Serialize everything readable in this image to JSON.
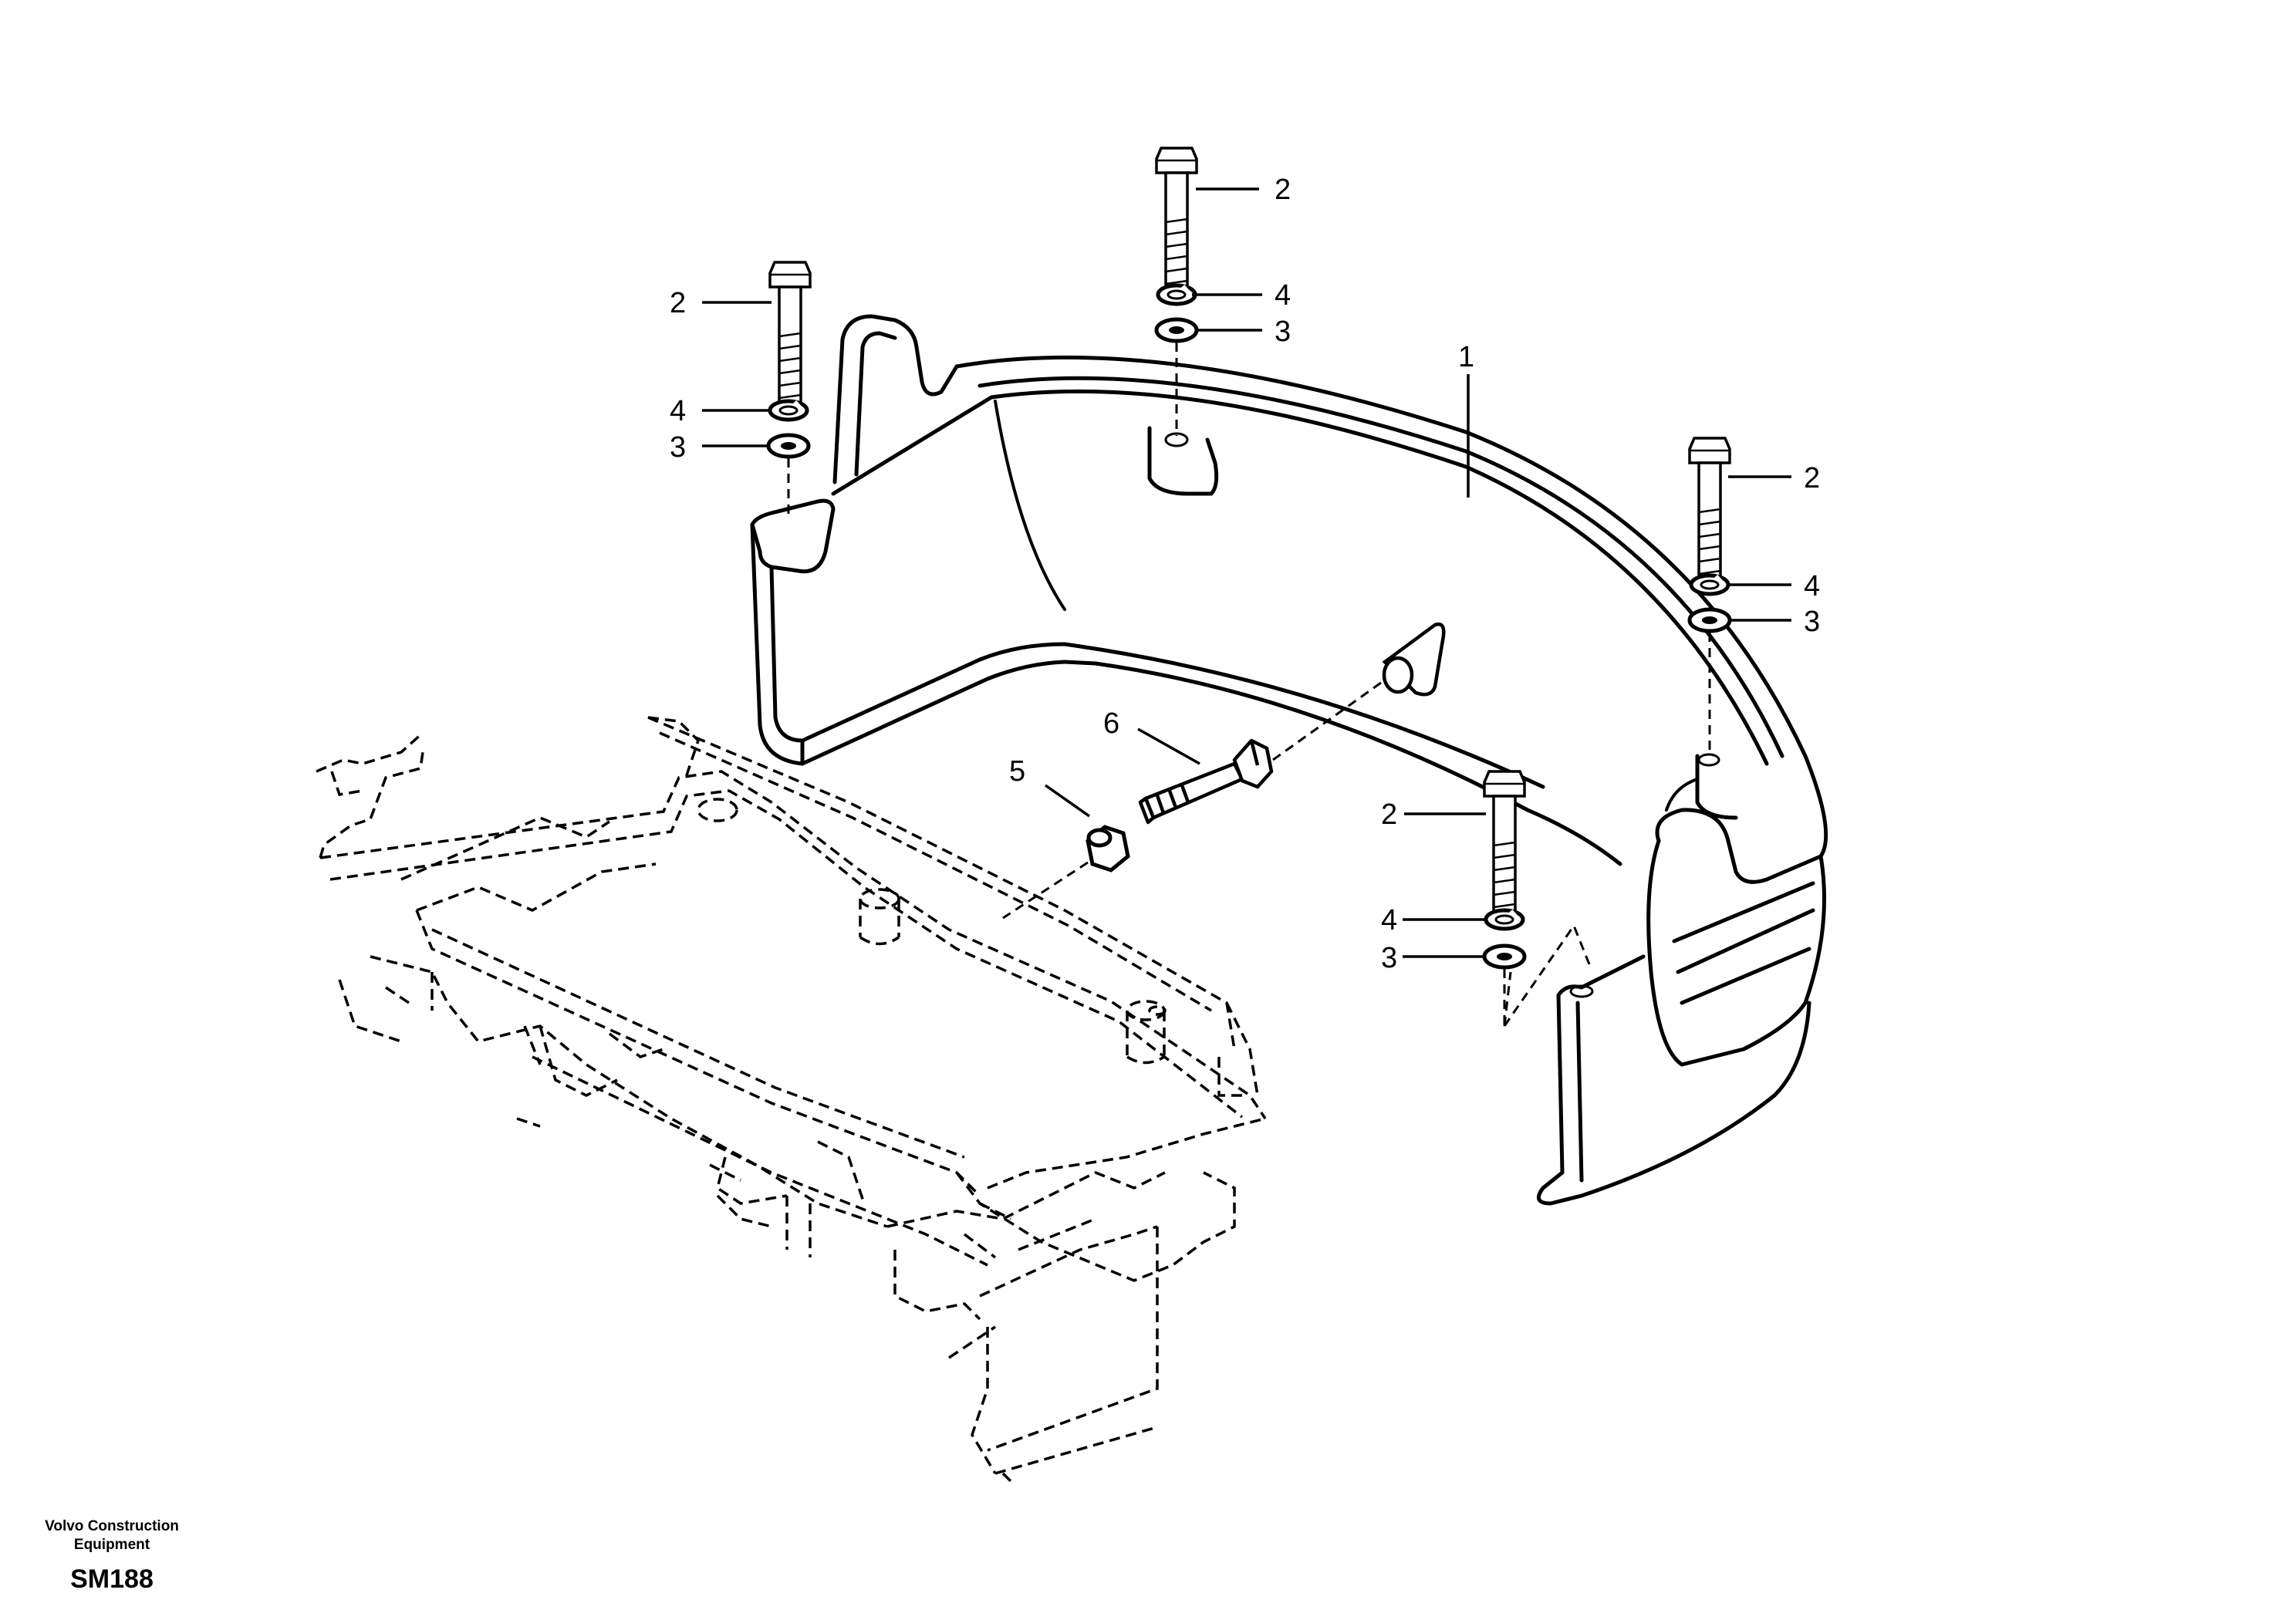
{
  "footer": {
    "brand_line1": "Volvo Construction",
    "brand_line2": "Equipment",
    "sheet_code": "SM188"
  },
  "callouts": {
    "c1": "1",
    "c2a": "2",
    "c2b": "2",
    "c2c": "2",
    "c2d": "2",
    "c3a": "3",
    "c3b": "3",
    "c3c": "3",
    "c3d": "3",
    "c4a": "4",
    "c4b": "4",
    "c4c": "4",
    "c4d": "4",
    "c5": "5",
    "c6": "6"
  }
}
